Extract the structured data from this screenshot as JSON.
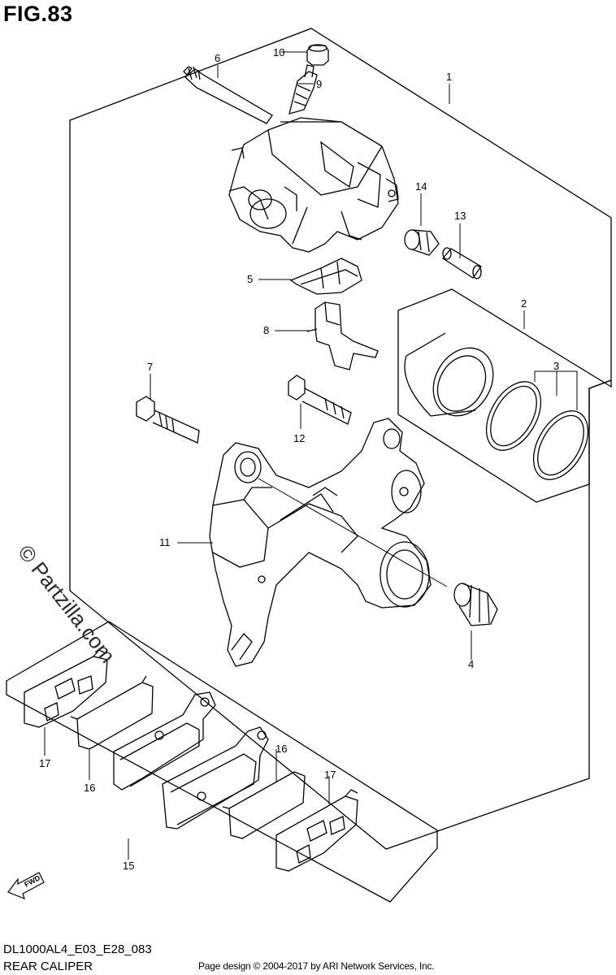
{
  "figure": {
    "title": "FIG.83"
  },
  "footer": {
    "model_code": "DL1000AL4_E03_E28_083",
    "diagram_title": "REAR CALIPER",
    "copyright": "Page design © 2004-2017 by ARI Network Services, Inc."
  },
  "watermark": {
    "text": "© Partzilla.com"
  },
  "fwd_arrow": {
    "label": "FWD"
  },
  "callouts": [
    "1",
    "2",
    "3",
    "4",
    "5",
    "6",
    "7",
    "8",
    "9",
    "10",
    "11",
    "12",
    "13",
    "14",
    "15",
    "16",
    "16",
    "17",
    "17"
  ]
}
